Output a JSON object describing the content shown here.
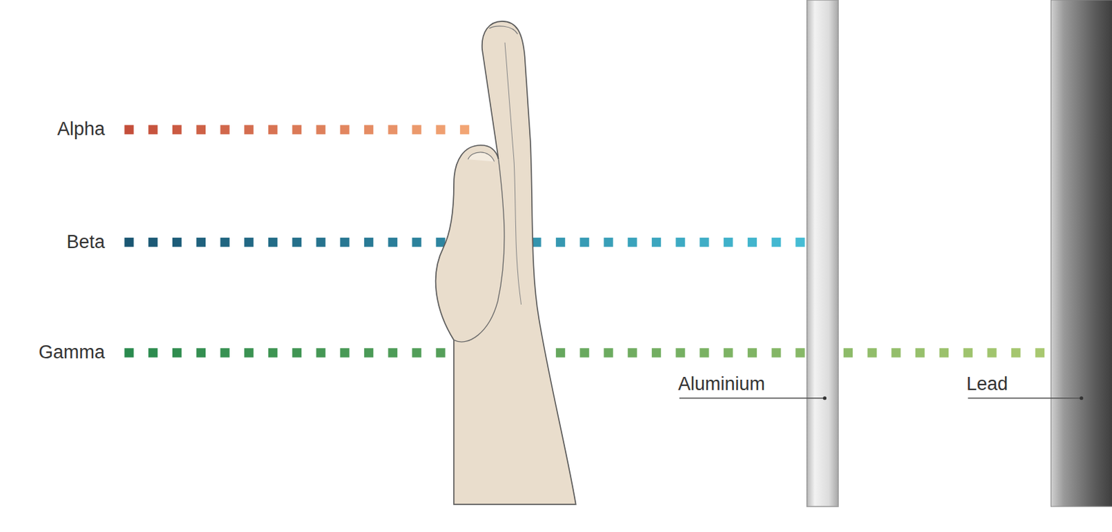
{
  "diagram": {
    "labels": [
      "Alpha",
      "Beta",
      "Gamma",
      "Aluminium",
      "Lead"
    ]
  }
}
